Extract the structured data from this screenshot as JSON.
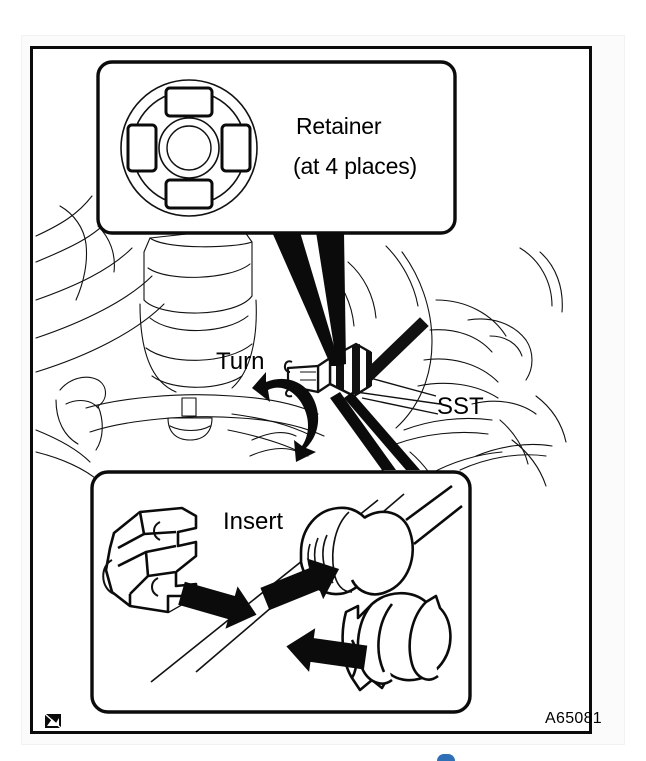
{
  "figure": {
    "id": "A65081",
    "corner_icon": "broken-image-icon",
    "accent_color": "#2f6fb5",
    "ink_color": "#000000",
    "paper_color": "#ffffff"
  },
  "callouts": {
    "retainer": {
      "title": "Retainer",
      "subtitle": "(at 4 places)",
      "detail_icon": "retainer-ring-diagram",
      "tab_count": 4
    },
    "insert": {
      "title": "Insert",
      "tool_halves": 2
    }
  },
  "annotations": {
    "turn": {
      "label": "Turn",
      "icon": "curved-rotation-arrow"
    },
    "sst": {
      "label": "SST",
      "icon": "leader-lines"
    }
  },
  "arrows": {
    "insert_upper_left": "block-arrow-down-right",
    "insert_upper_right": "block-arrow-up-right",
    "insert_lower": "block-arrow-up-left"
  }
}
